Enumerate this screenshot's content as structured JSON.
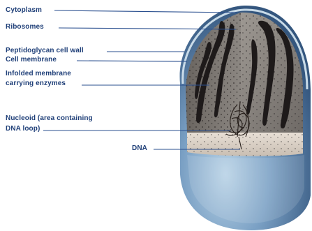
{
  "labels": {
    "cytoplasm": "Cytoplasm",
    "ribosomes": "Ribosomes",
    "cell_wall": "Peptidoglycan cell wall",
    "cell_membrane": "Cell membrane",
    "infolded_line1": "Infolded membrane",
    "infolded_line2": "carrying enzymes",
    "nucleoid_line1": "Nucleoid (area containing",
    "nucleoid_line2": "DNA loop)",
    "dna": "DNA"
  },
  "colors": {
    "label_text": "#1f3f78",
    "leader_line": "#2a4f8f",
    "outer_shell": "#5f86b0",
    "interior": "#8a8580",
    "folds": "#1e1a1a",
    "floor": "#d8d0c6"
  }
}
